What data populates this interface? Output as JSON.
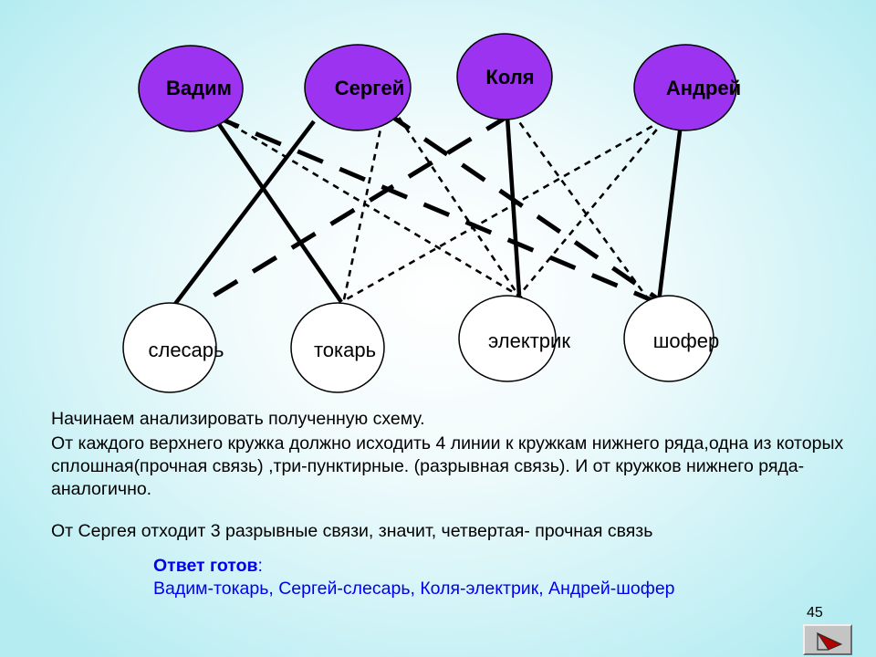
{
  "diagram": {
    "top_nodes": [
      {
        "id": "vadim",
        "label": "Вадим"
      },
      {
        "id": "sergey",
        "label": "Сергей"
      },
      {
        "id": "kolya",
        "label": "Коля"
      },
      {
        "id": "andrey",
        "label": "Андрей"
      }
    ],
    "bottom_nodes": [
      {
        "id": "slesar",
        "label": "слесарь"
      },
      {
        "id": "tokar",
        "label": "токарь"
      },
      {
        "id": "elektrik",
        "label": "электрик"
      },
      {
        "id": "shofer",
        "label": "шофер"
      }
    ],
    "edges": [
      {
        "from": "vadim",
        "to": "tokar",
        "style": "solid"
      },
      {
        "from": "vadim",
        "to": "elektrik",
        "style": "dashed"
      },
      {
        "from": "vadim",
        "to": "shofer",
        "style": "dashed"
      },
      {
        "from": "sergey",
        "to": "slesar",
        "style": "solid"
      },
      {
        "from": "sergey",
        "to": "tokar",
        "style": "dashed"
      },
      {
        "from": "sergey",
        "to": "elektrik",
        "style": "dashed"
      },
      {
        "from": "sergey",
        "to": "shofer",
        "style": "dashed"
      },
      {
        "from": "kolya",
        "to": "elektrik",
        "style": "solid"
      },
      {
        "from": "kolya",
        "to": "slesar",
        "style": "dashed"
      },
      {
        "from": "kolya",
        "to": "shofer",
        "style": "dashed"
      },
      {
        "from": "andrey",
        "to": "shofer",
        "style": "solid"
      },
      {
        "from": "andrey",
        "to": "tokar",
        "style": "dashed"
      },
      {
        "from": "andrey",
        "to": "elektrik",
        "style": "dashed"
      }
    ],
    "colors": {
      "top_fill": "#9b33f0",
      "bottom_fill": "#ffffff",
      "stroke": "#000000"
    }
  },
  "text": {
    "para1": "Начинаем анализировать полученную схему.",
    "para2": "От каждого верхнего кружка должно исходить 4 линии к кружкам нижнего ряда,одна из которых сплошная(прочная связь) ,три-пунктирные. (разрывная связь). И от кружков нижнего ряда-аналогично.",
    "para3": "От Сергея отходит 3 разрывные связи, значит, четвертая- прочная связь",
    "answer_title": "Ответ готов",
    "answer_colon": ":",
    "answer_text": "Вадим-токарь, Сергей-слесарь, Коля-электрик, Андрей-шофер",
    "answer_color": "#0000ee"
  },
  "page_number": "45",
  "nav": {
    "back_icon": "back-arrow-icon"
  }
}
